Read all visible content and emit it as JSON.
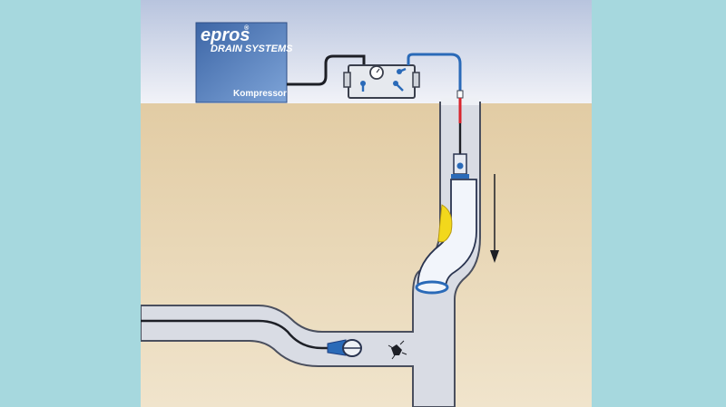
{
  "compressor": {
    "brand": "epros",
    "brand_mark": "®",
    "line2": "DRAIN SYSTEMS",
    "label": "Kompressor"
  },
  "colors": {
    "background": "#a6d8de",
    "sky": "#e8ecf4",
    "soil": "#e8d6b4",
    "pipe": "#dcdfe6",
    "compressor": "#4a74b0",
    "hose": "#2a6ab8",
    "hose_hot": "#d8242c",
    "liner": "#f2f5fb",
    "resin": "#f2d81c"
  },
  "icons": {
    "direction": "arrow-down-icon",
    "gauge": "pressure-gauge-icon",
    "robot": "robot-cutter-icon",
    "root": "root-intrusion-icon"
  }
}
